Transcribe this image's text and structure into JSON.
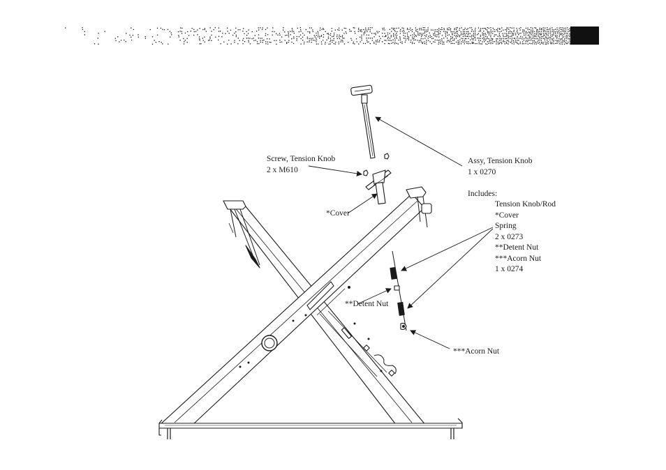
{
  "labels": {
    "screw": {
      "title": "Screw, Tension Knob",
      "qty": "2 x M610"
    },
    "cover": "*Cover",
    "assy": {
      "title": "Assy, Tension Knob",
      "qty": "1 x 0270",
      "includes_heading": "Includes:",
      "items": [
        "Tension Knob/Rod",
        "*Cover",
        "Spring",
        "2 x 0273",
        "**Detent Nut",
        "***Acorn Nut",
        "1 x 0274"
      ]
    },
    "detent_nut": "**Detent Nut",
    "acorn_nut": "***Acorn Nut"
  },
  "colors": {
    "line": "#1a1a1a",
    "band_dark": "#111111",
    "paper": "#ffffff"
  }
}
